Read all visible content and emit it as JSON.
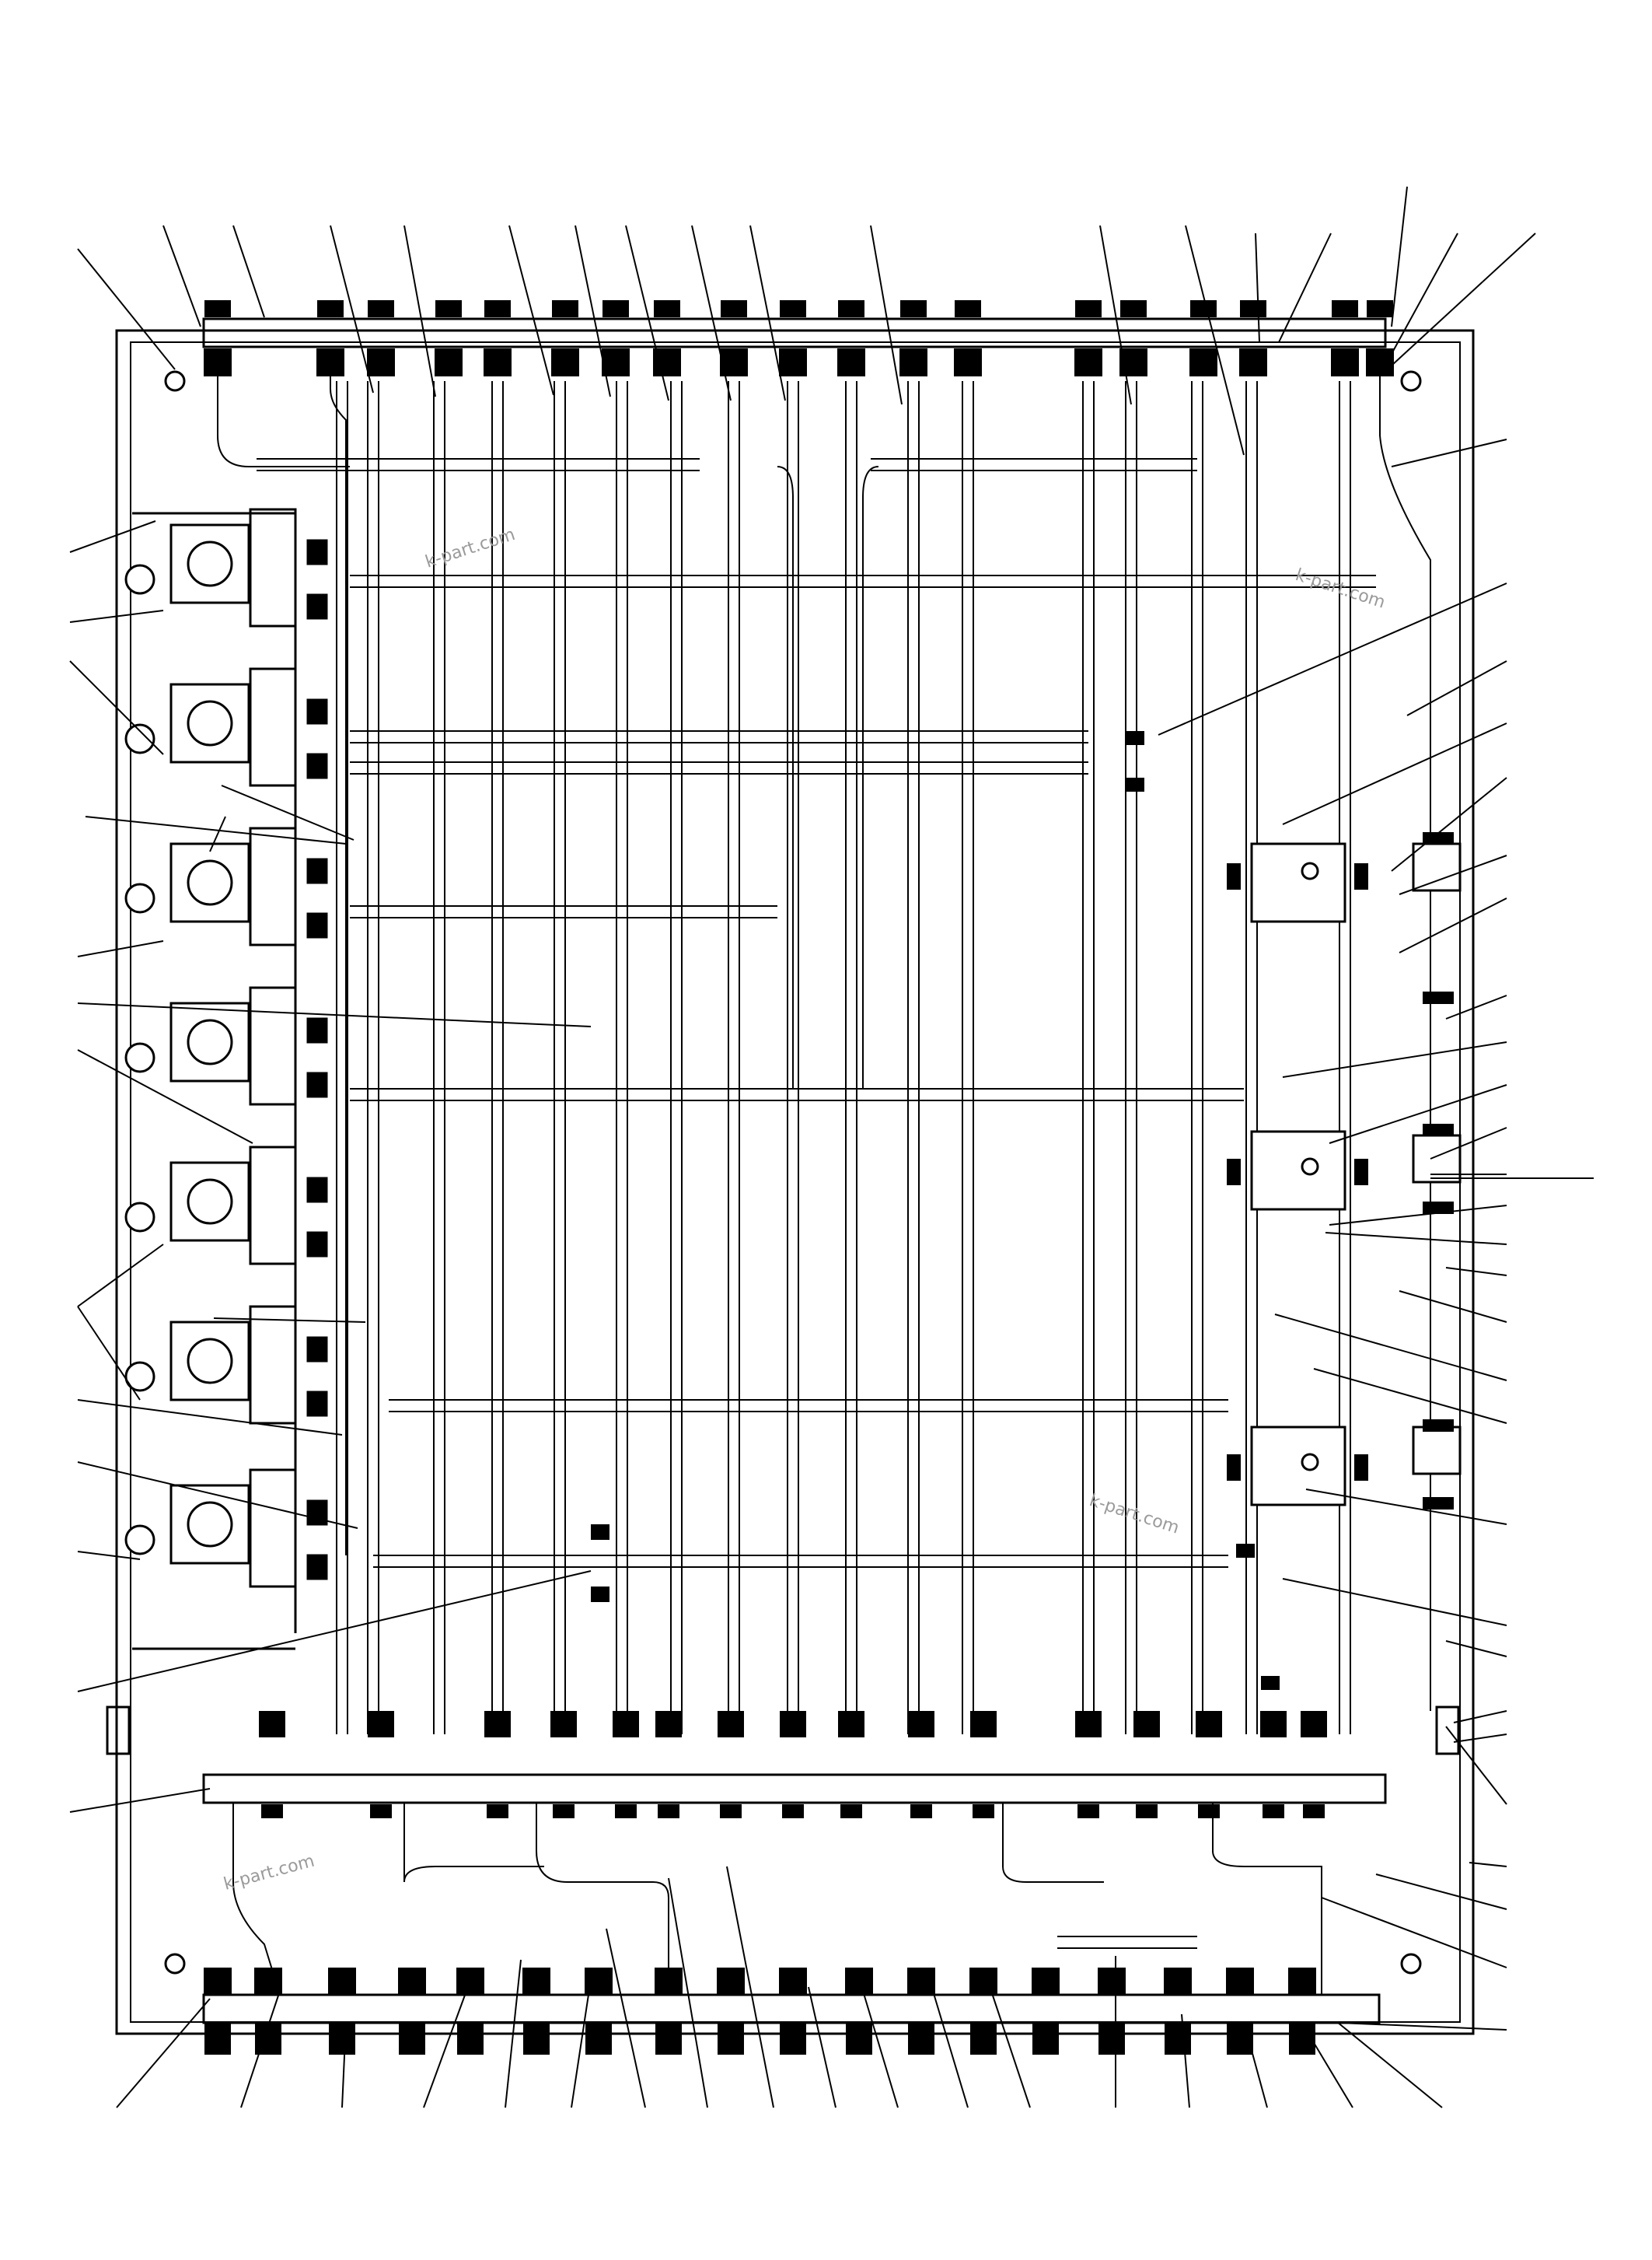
{
  "figure": {
    "kind": "exploded parts diagram",
    "subject": "hydraulic piping panel with valves, manifolds and tube lines",
    "colors": {
      "line": "#000000",
      "background": "#ffffff",
      "watermark": "#9a9a9a",
      "fill_dark": "#000000"
    }
  },
  "watermarks": [
    "k-part.com",
    "k-part.com",
    "k-part.com",
    "k-part.com"
  ]
}
